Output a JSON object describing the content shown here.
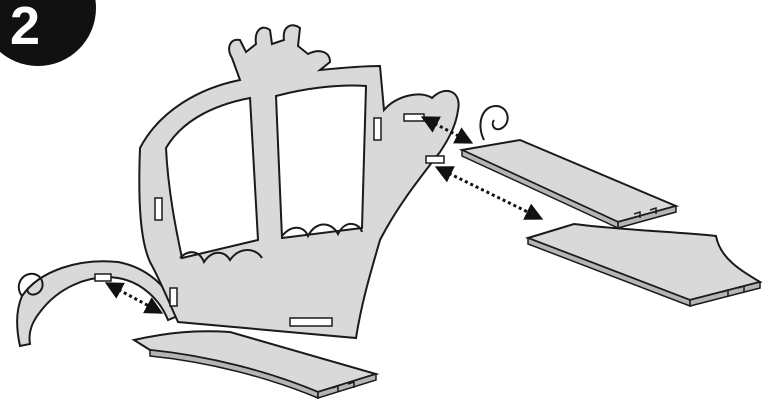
{
  "step": {
    "number": "2"
  },
  "colors": {
    "panel": "#d9d9d9",
    "panel_edge": "#b5b5b5",
    "outline": "#1a1a1a",
    "badge": "#111111",
    "badge_text": "#ffffff",
    "arrow": "#111111"
  },
  "parts": [
    {
      "name": "carriage-side-panel"
    },
    {
      "name": "front-runner"
    },
    {
      "name": "front-seat-plank"
    },
    {
      "name": "rear-seat-plank"
    },
    {
      "name": "rear-floor-plank"
    }
  ],
  "connectors": [
    {
      "name": "front-runner-slot-arrow",
      "style": "dotted-double-arrow"
    },
    {
      "name": "upper-rear-slot-arrow",
      "style": "dotted-double-arrow"
    },
    {
      "name": "lower-rear-slot-arrow",
      "style": "dotted-double-arrow"
    }
  ]
}
